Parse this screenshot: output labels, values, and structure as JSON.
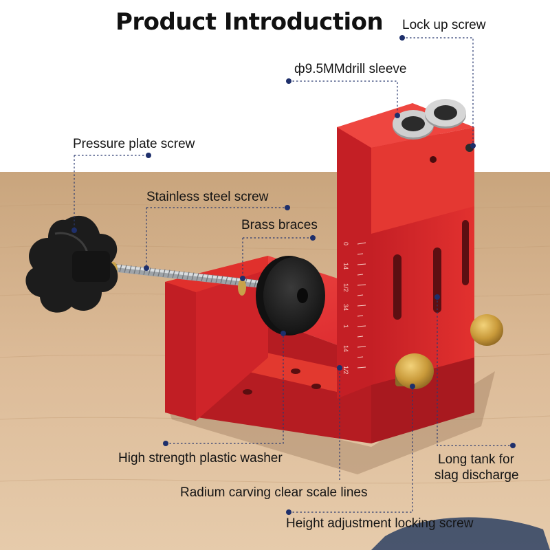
{
  "title": "Product Introduction",
  "labels": {
    "lock_up_screw": "Lock up screw",
    "drill_sleeve": "ф9.5MMdrill sleeve",
    "pressure_plate_screw": "Pressure plate screw",
    "stainless_steel_screw": "Stainless steel screw",
    "brass_braces": "Brass braces",
    "plastic_washer": "High strength plastic washer",
    "scale_lines": "Radium carving clear scale lines",
    "height_adjustment_screw": "Height adjustment locking screw",
    "long_tank_line1": "Long tank for",
    "long_tank_line2": "slag discharge"
  },
  "scale_marks": [
    "0",
    "14",
    "1/2",
    "34",
    "1",
    "14",
    "1/2"
  ],
  "colors": {
    "jig_red": "#d8232a",
    "wood": "#d9b896",
    "marker_dot": "#1e2f6b",
    "knob_black": "#1c1c1c",
    "brass": "#c99a3a"
  }
}
